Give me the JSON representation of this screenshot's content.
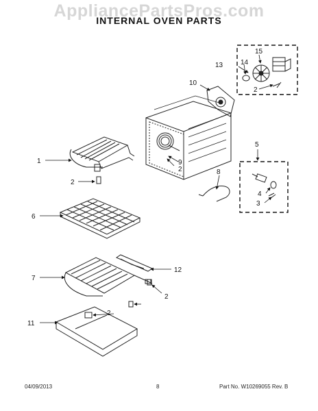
{
  "watermark": "AppliancePartsPros.com",
  "title": "INTERNAL OVEN PARTS",
  "callouts": {
    "c1": "1",
    "c2a": "2",
    "c2b": "2",
    "c2c": "2",
    "c2d": "2",
    "c2e": "2",
    "c2f": "2",
    "c3": "3",
    "c4": "4",
    "c5": "5",
    "c6": "6",
    "c7": "7",
    "c8": "8",
    "c9": "9",
    "c10": "10",
    "c11": "11",
    "c12": "12",
    "c13": "13",
    "c14": "14",
    "c15": "15"
  },
  "footer": {
    "date": "04/09/2013",
    "page": "8",
    "part_no": "Part No. W10269055  Rev. B"
  }
}
